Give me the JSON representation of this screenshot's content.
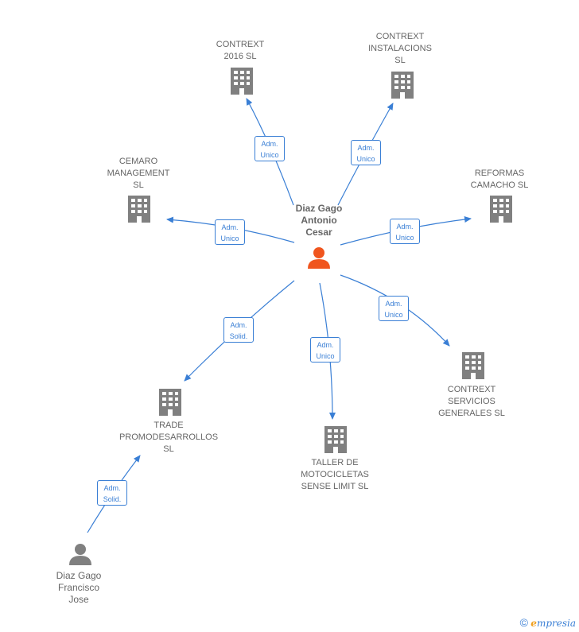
{
  "center": {
    "name": "Diaz Gago\nAntonio\nCesar"
  },
  "companies": {
    "contrext2016": "CONTREXT\n2016  SL",
    "contrextInst": "CONTREXT\nINSTALACIONS\nSL",
    "cemaro": "CEMARO\nMANAGEMENT\nSL",
    "reformas": "REFORMAS\nCAMACHO SL",
    "contrextServ": "CONTREXT\nSERVICIOS\nGENERALES  SL",
    "trade": "TRADE\nPROMODESARROLLOS\nSL",
    "taller": "TALLER DE\nMOTOCICLETAS\nSENSE LIMIT  SL"
  },
  "persons": {
    "francisco": "Diaz Gago\nFrancisco\nJose"
  },
  "relations": {
    "r1": "Adm.\nUnico",
    "r2": "Adm.\nUnico",
    "r3": "Adm.\nUnico",
    "r4": "Adm.\nUnico",
    "r5": "Adm.\nUnico",
    "r6": "Adm.\nSolid.",
    "r7": "Adm.\nUnico",
    "r8": "Adm.\nSolid."
  },
  "footer": {
    "copyright": "©",
    "brand_initial": "e",
    "brand_rest": "mpresia"
  },
  "colors": {
    "edge": "#3a7fd5",
    "building": "#808080",
    "center_person": "#f0551e",
    "person": "#808080"
  },
  "icons": {
    "company": "building-icon",
    "person": "person-icon"
  }
}
